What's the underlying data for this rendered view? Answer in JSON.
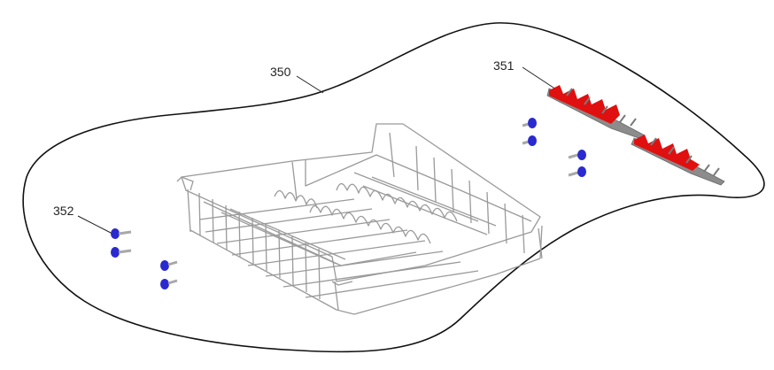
{
  "callouts": {
    "assembly": "350",
    "tine_rows": "351",
    "rollers": "352"
  },
  "colors": {
    "outline": "#111111",
    "rack_wire": "#9a9a9a",
    "tine_gray": "#8c8c8c",
    "tine_red": "#e01010",
    "roller_blue": "#2a2ad0",
    "roller_clip": "#a8a8a8"
  }
}
